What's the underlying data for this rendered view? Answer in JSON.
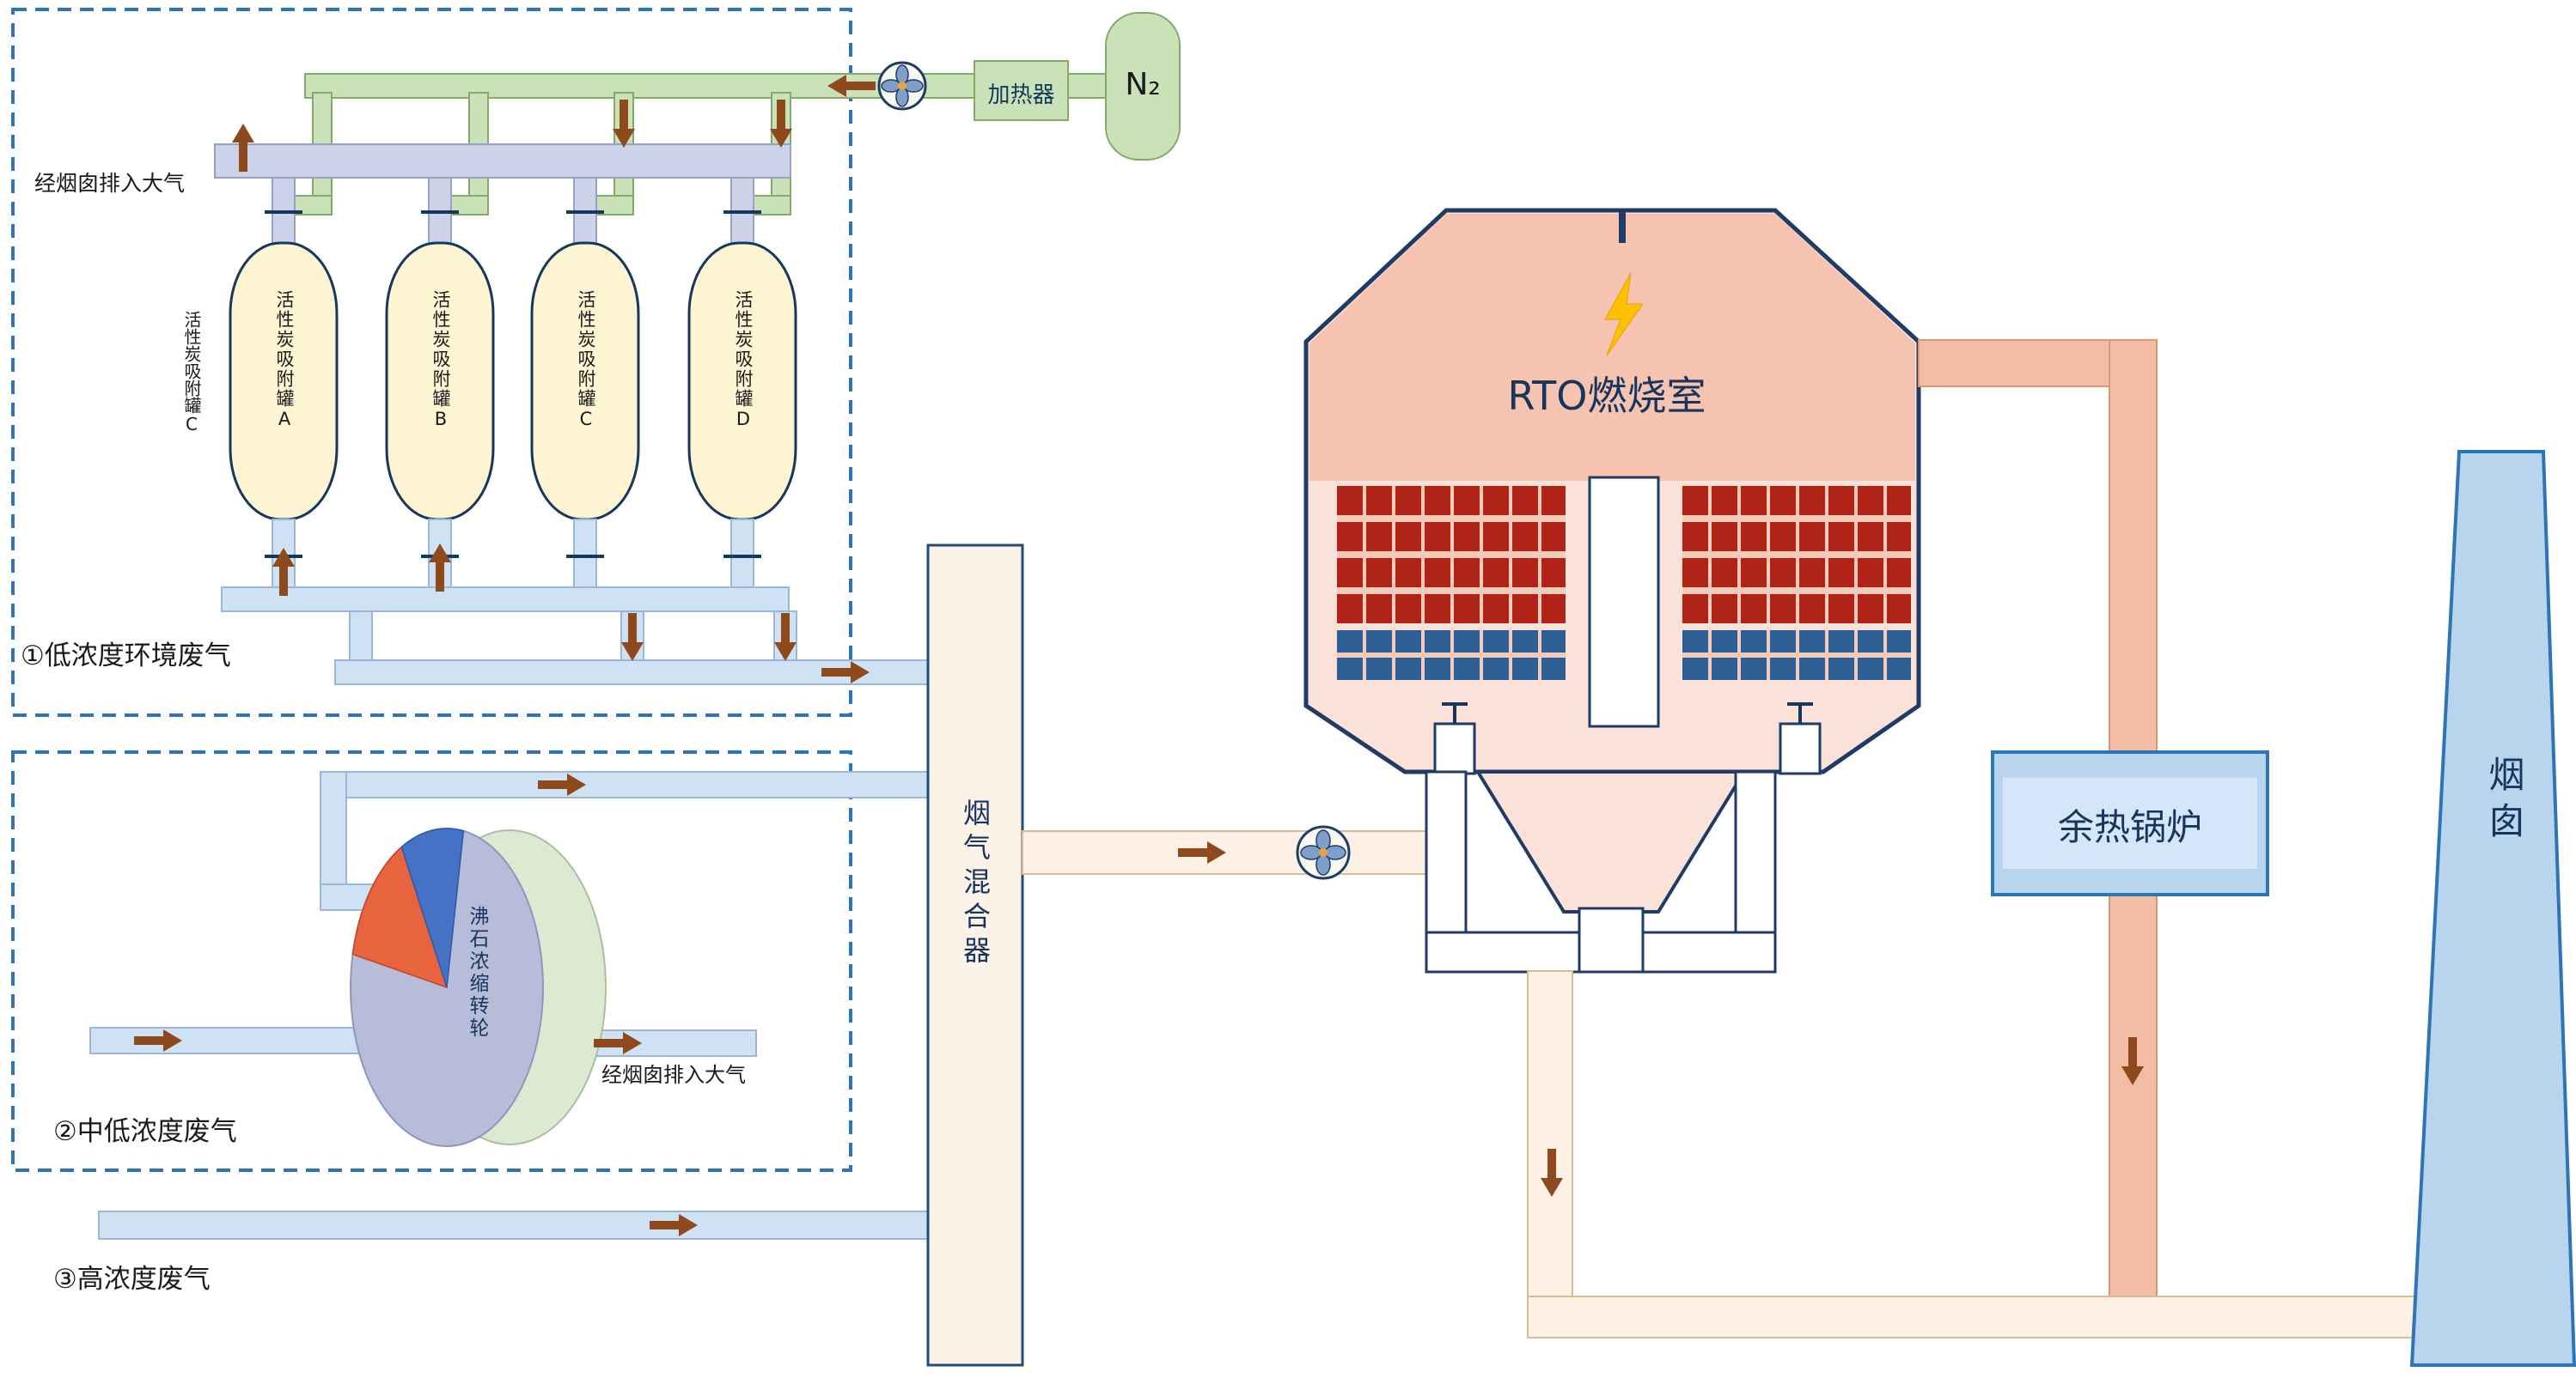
{
  "streams": {
    "low": "①低浓度环境废气",
    "mid": "②中低浓度废气",
    "high": "③高浓度废气"
  },
  "labels": {
    "exhaust_top": "经烟囱排入大气",
    "exhaust_rotor": "经烟囱排入大气"
  },
  "tanks": [
    {
      "label": "活性炭吸附罐A"
    },
    {
      "label": "活性炭吸附罐B"
    },
    {
      "label": "活性炭吸附罐C"
    },
    {
      "label": "活性炭吸附罐D"
    }
  ],
  "tank_side_label": "活性炭吸附罐C",
  "equipment": {
    "rotor": "沸石浓缩转轮",
    "mixer": "烟气混合器",
    "heater": "加热器",
    "nitrogen": "N₂",
    "rto": "RTO燃烧室",
    "boiler": "余热锅炉",
    "chimney": "烟囱"
  },
  "colors": {
    "pipe_green": "#c9e2b8",
    "pipe_green_edge": "#86a96a",
    "pipe_lavender": "#ccd3e8",
    "pipe_lavender_edge": "#96a2c5",
    "pipe_blue": "#cfe2f3",
    "pipe_blue_edge": "#9bb6d8",
    "pipe_cream": "#fdf0e4",
    "pipe_cream_edge": "#dbba96",
    "pipe_salmon": "#f3bca4",
    "pipe_salmon_edge": "#d89878",
    "tank_fill": "#fdf5d2",
    "tank_outline": "#17375e",
    "outline_navy": "#1f3b66",
    "dashed_border": "#2e75b6",
    "rto_fill": "#fbe2d8",
    "rto_upper": "#f6c3b1",
    "bed_red": "#b02418",
    "bed_red_gap": "#f6cabb",
    "bed_blue": "#2e5f94",
    "boiler_fill": "#b9d5ee",
    "boiler_inner": "#d4e6f7",
    "chimney_fill": "#b9d5ee",
    "equip_edge": "#2e75b6",
    "arrow": "#8e4a1c",
    "rotor_front": "#b7bcd9",
    "rotor_back": "#dcead2",
    "rotor_orange": "#e8643f",
    "rotor_blue": "#4472c4",
    "lightning": "#ffc000",
    "mixer_fill": "#fdf2e8",
    "text_navy": "#17365d",
    "text_dark": "#1a1a1a"
  }
}
